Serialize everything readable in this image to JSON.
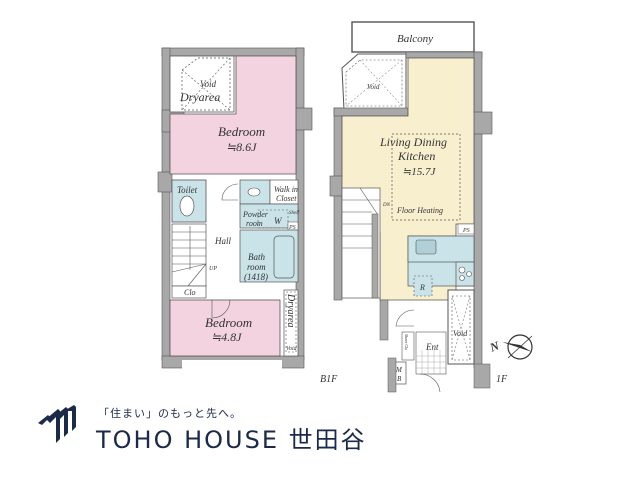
{
  "floor_b1": {
    "label": "B1F",
    "rooms": {
      "dryarea_top": {
        "label": "Dryarea",
        "void": "Void"
      },
      "bedroom_upper": {
        "label": "Bedroom",
        "size": "≒8.6J"
      },
      "toilet": {
        "label": "Toilet"
      },
      "walk_in_closet": {
        "line1": "Walk in",
        "line2": "Closet"
      },
      "powder_room": {
        "line1": "Powder",
        "line2": "room"
      },
      "washer": {
        "label": "W"
      },
      "shelf": {
        "label": "Shelf"
      },
      "ps": {
        "label": "PS"
      },
      "hall": {
        "label": "Hall"
      },
      "stairs": {
        "label": "UP"
      },
      "bath": {
        "line1": "Bath",
        "line2": "room",
        "line3": "(1418)"
      },
      "closet": {
        "label": "Clo"
      },
      "bedroom_lower": {
        "label": "Bedroom",
        "size": "≒4.8J"
      },
      "dryarea_side": {
        "label": "Dryarea",
        "void": "Void"
      }
    }
  },
  "floor_1f": {
    "label": "1F",
    "rooms": {
      "balcony": {
        "label": "Balcony"
      },
      "void_top": {
        "label": "Void"
      },
      "ldk": {
        "line1": "Living Dining",
        "line2": "Kitchen",
        "size": "≒15.7J"
      },
      "floor_heating": {
        "label": "Floor Heating"
      },
      "stairs": {
        "label": "DN"
      },
      "ps": {
        "label": "PS"
      },
      "fridge": {
        "label": "R"
      },
      "void_side": {
        "label": "Void"
      },
      "shoes_closet": {
        "label": "Shoes Clo"
      },
      "entrance": {
        "label": "Ent"
      },
      "meter_box": {
        "line1": "M",
        "line2": "B"
      }
    }
  },
  "compass": {
    "label": "N"
  },
  "colors": {
    "bedroom": "#f3d3df",
    "ldk": "#f8efcf",
    "wet": "#c9e3e8",
    "wall": "#a8a8a8",
    "brand": "#1c2a4a"
  },
  "brand": {
    "tagline": "「住まい」のもっと先へ。",
    "name": "TOHO HOUSE 世田谷"
  }
}
